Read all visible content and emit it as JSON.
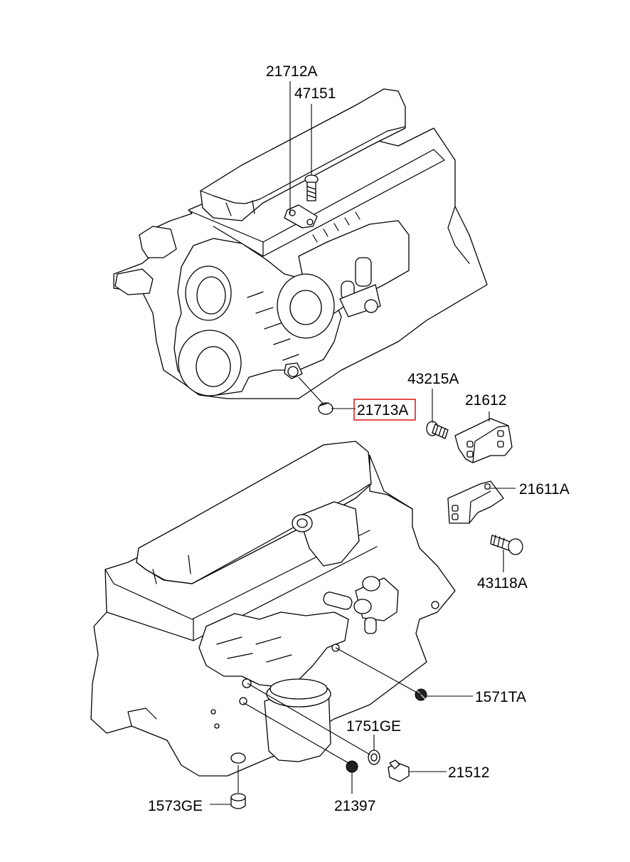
{
  "labels": {
    "p21712A": "21712A",
    "p47151": "47151",
    "p43215A": "43215A",
    "p21612": "21612",
    "p21713A": "21713A",
    "p21611A": "21611A",
    "p43118A": "43118A",
    "p1571TA": "1571TA",
    "p1751GE": "1751GE",
    "p21512": "21512",
    "p1573GE": "1573GE",
    "p21397": "21397"
  },
  "highlight": {
    "part": "21713A",
    "color": "#e02020"
  },
  "colors": {
    "line": "#000000",
    "background": "#ffffff"
  }
}
